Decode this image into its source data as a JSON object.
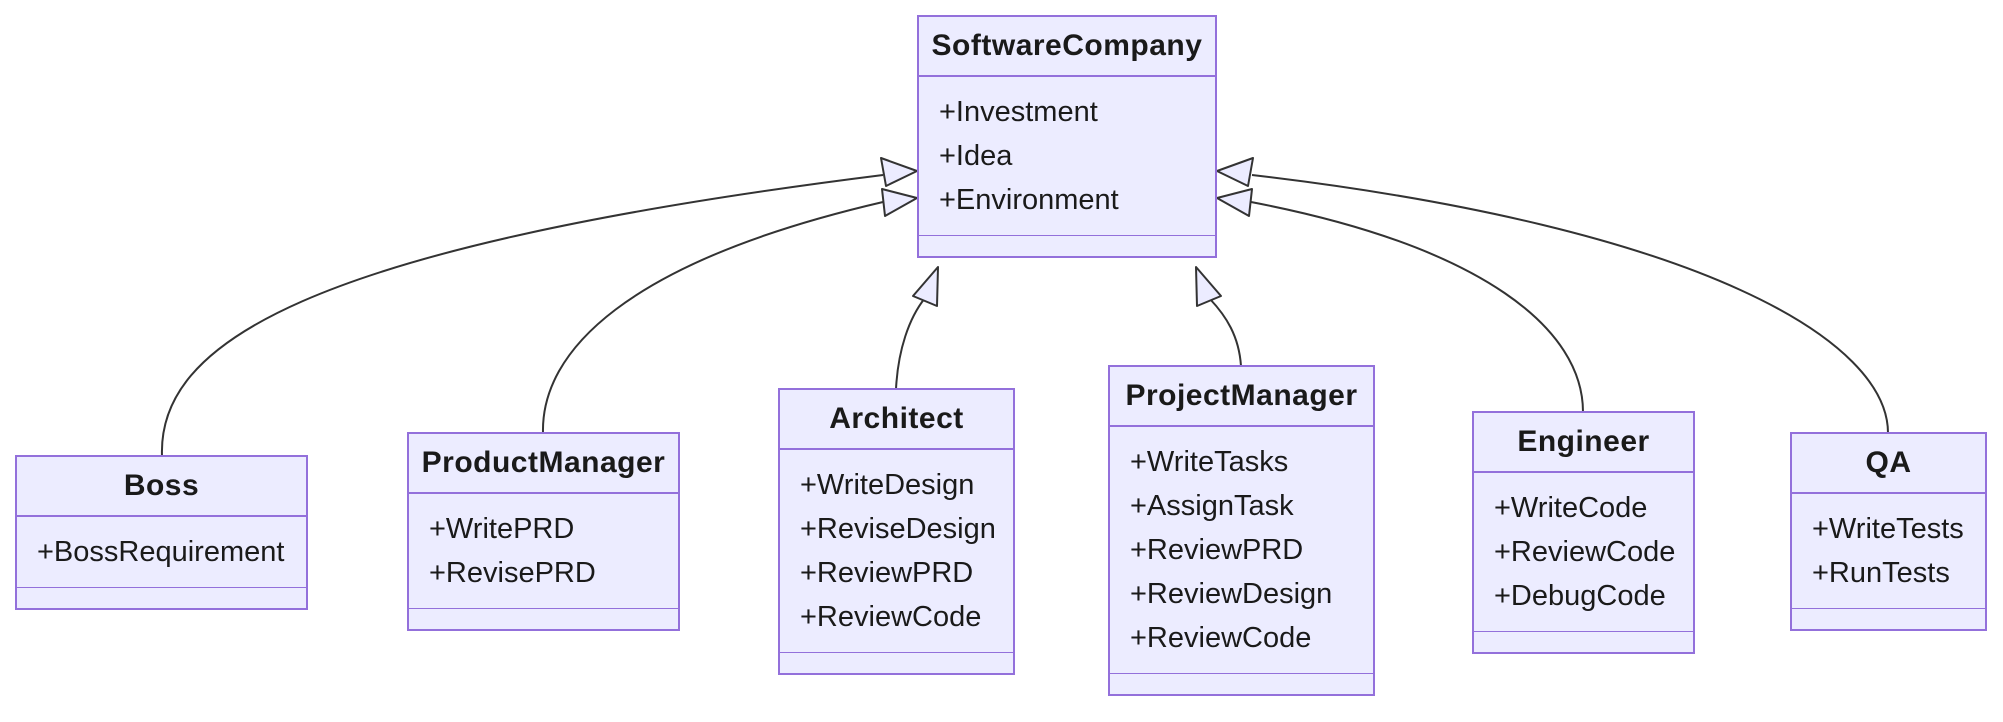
{
  "diagram": {
    "type": "uml-class-diagram",
    "classes": [
      {
        "name": "SoftwareCompany",
        "attributes": [
          "+Investment",
          "+Idea",
          "+Environment"
        ],
        "methods": []
      },
      {
        "name": "Boss",
        "attributes": [
          "+BossRequirement"
        ],
        "methods": []
      },
      {
        "name": "ProductManager",
        "attributes": [
          "+WritePRD",
          "+RevisePRD"
        ],
        "methods": []
      },
      {
        "name": "Architect",
        "attributes": [
          "+WriteDesign",
          "+ReviseDesign",
          "+ReviewPRD",
          "+ReviewCode"
        ],
        "methods": []
      },
      {
        "name": "ProjectManager",
        "attributes": [
          "+WriteTasks",
          "+AssignTask",
          "+ReviewPRD",
          "+ReviewDesign",
          "+ReviewCode"
        ],
        "methods": []
      },
      {
        "name": "Engineer",
        "attributes": [
          "+WriteCode",
          "+ReviewCode",
          "+DebugCode"
        ],
        "methods": []
      },
      {
        "name": "QA",
        "attributes": [
          "+WriteTests",
          "+RunTests"
        ],
        "methods": []
      }
    ],
    "relations": [
      {
        "from": "Boss",
        "to": "SoftwareCompany",
        "type": "inheritance"
      },
      {
        "from": "ProductManager",
        "to": "SoftwareCompany",
        "type": "inheritance"
      },
      {
        "from": "Architect",
        "to": "SoftwareCompany",
        "type": "inheritance"
      },
      {
        "from": "ProjectManager",
        "to": "SoftwareCompany",
        "type": "inheritance"
      },
      {
        "from": "Engineer",
        "to": "SoftwareCompany",
        "type": "inheritance"
      },
      {
        "from": "QA",
        "to": "SoftwareCompany",
        "type": "inheritance"
      }
    ],
    "colors": {
      "node_fill": "#ECECFF",
      "node_border": "#9370DB",
      "edge": "#333333",
      "text": "#1A1A1A",
      "background": "#FFFFFF"
    }
  }
}
